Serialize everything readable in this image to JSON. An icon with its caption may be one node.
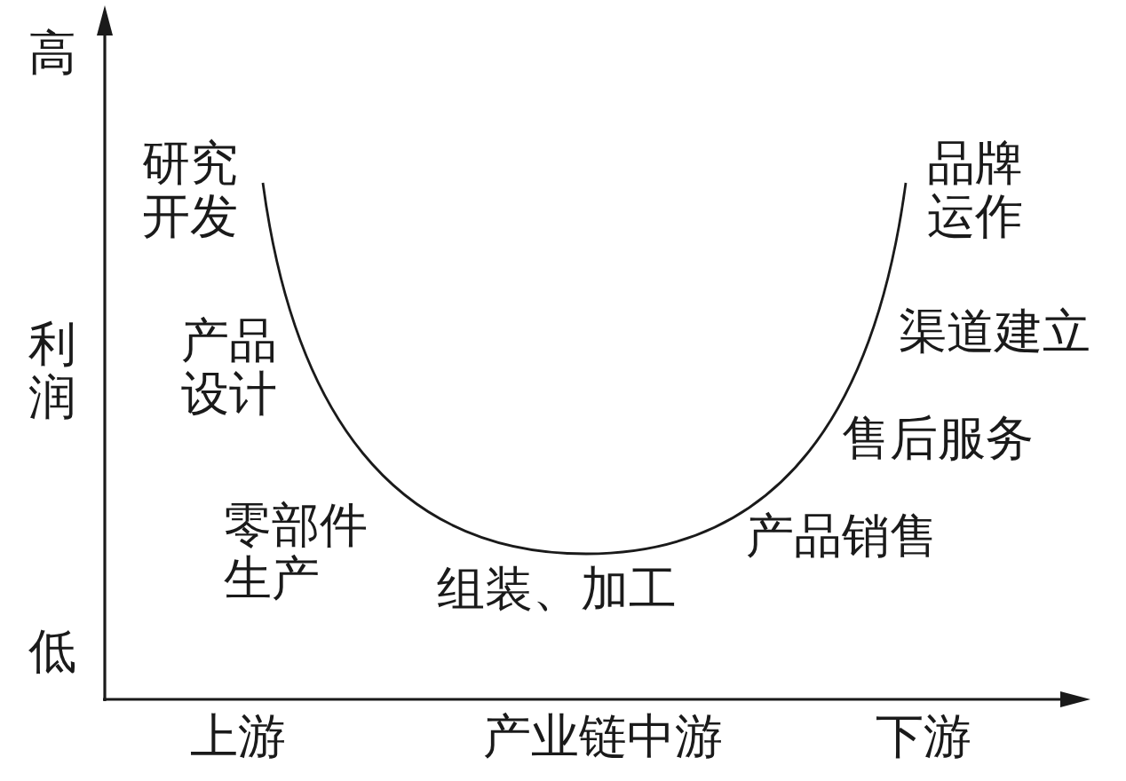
{
  "diagram": {
    "labels": [
      "高",
      "研究开发",
      "品牌运作",
      "利润",
      "产品设计",
      "渠道建立",
      "售后服务",
      "零部件生产",
      "产品销售",
      "组装、加工",
      "低",
      "上游",
      "产业链中游",
      "下游"
    ]
  }
}
